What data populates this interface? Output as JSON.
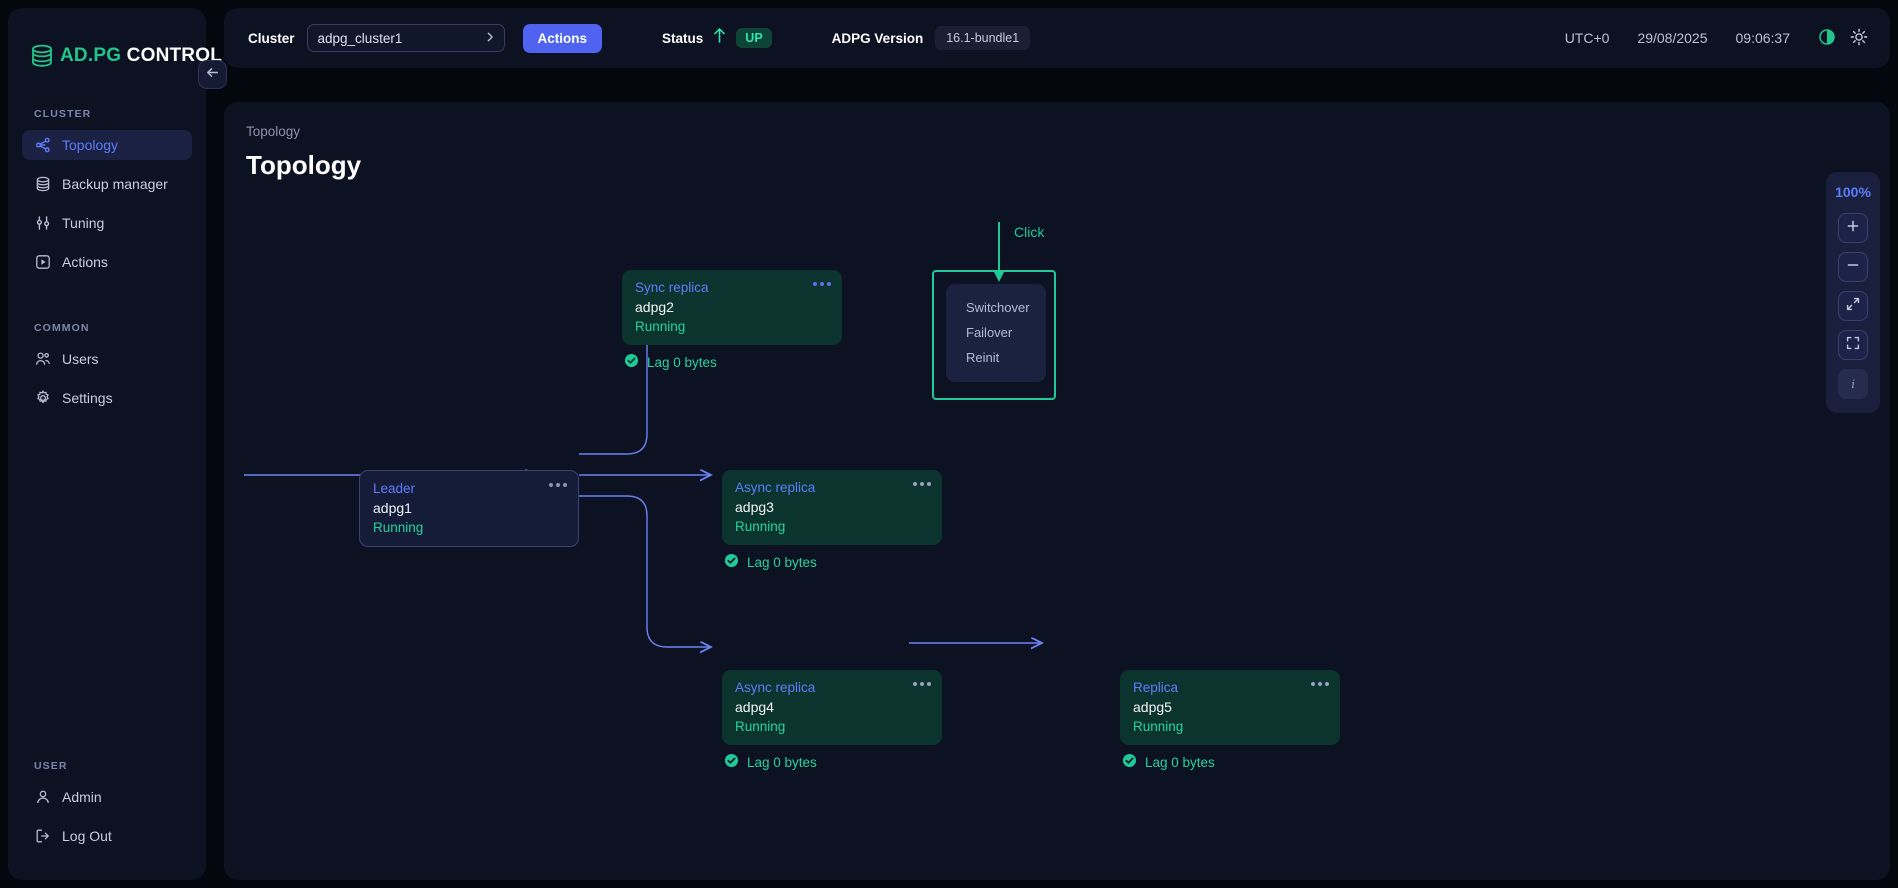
{
  "brand": {
    "part1": "AD.PG",
    "part2": " CONTROL",
    "logo_icon": "database-icon"
  },
  "sidebar": {
    "collapse_icon": "arrow-left-icon",
    "sections": [
      {
        "label": "CLUSTER",
        "items": [
          {
            "label": "Topology",
            "icon": "share-nodes-icon",
            "active": true
          },
          {
            "label": "Backup manager",
            "icon": "database-icon",
            "active": false
          },
          {
            "label": "Tuning",
            "icon": "sliders-icon",
            "active": false
          },
          {
            "label": "Actions",
            "icon": "play-square-icon",
            "active": false
          }
        ]
      },
      {
        "label": "COMMON",
        "items": [
          {
            "label": "Users",
            "icon": "users-icon",
            "active": false
          },
          {
            "label": "Settings",
            "icon": "gear-icon",
            "active": false
          }
        ]
      },
      {
        "label": "USER",
        "items": [
          {
            "label": "Admin",
            "icon": "user-icon",
            "active": false
          },
          {
            "label": "Log Out",
            "icon": "logout-icon",
            "active": false
          }
        ]
      }
    ]
  },
  "topbar": {
    "cluster_label": "Cluster",
    "cluster_value": "adpg_cluster1",
    "cluster_chevron_icon": "chevron-right-icon",
    "actions_label": "Actions",
    "status_label": "Status",
    "status_arrow_icon": "arrow-up-icon",
    "status_value": "UP",
    "version_label": "ADPG Version",
    "version_value": "16.1-bundle1",
    "timezone": "UTC+0",
    "date": "29/08/2025",
    "time": "09:06:37",
    "theme_icon": "half-moon-icon",
    "brightness_icon": "sun-icon"
  },
  "main": {
    "breadcrumb": "Topology",
    "title": "Topology",
    "annotation": {
      "text": "Click",
      "arrow_icon": "arrow-down-icon"
    }
  },
  "nodes": [
    {
      "id": "adpg1",
      "role": "Leader",
      "name": "adpg1",
      "state": "Running",
      "kind": "leader",
      "lag": null,
      "menu_icon": "ellipsis-icon"
    },
    {
      "id": "adpg2",
      "role": "Sync replica",
      "name": "adpg2",
      "state": "Running",
      "kind": "replica",
      "lag": "Lag 0 bytes",
      "lag_icon": "check-circle-icon",
      "menu_icon": "ellipsis-icon"
    },
    {
      "id": "adpg3",
      "role": "Async replica",
      "name": "adpg3",
      "state": "Running",
      "kind": "replica",
      "lag": "Lag 0 bytes",
      "lag_icon": "check-circle-icon",
      "menu_icon": "ellipsis-icon"
    },
    {
      "id": "adpg4",
      "role": "Async replica",
      "name": "adpg4",
      "state": "Running",
      "kind": "replica",
      "lag": "Lag 0 bytes",
      "lag_icon": "check-circle-icon",
      "menu_icon": "ellipsis-icon"
    },
    {
      "id": "adpg5",
      "role": "Replica",
      "name": "adpg5",
      "state": "Running",
      "kind": "replica",
      "lag": "Lag 0 bytes",
      "lag_icon": "check-circle-icon",
      "menu_icon": "ellipsis-icon"
    }
  ],
  "context_menu": {
    "items": [
      {
        "label": "Switchover"
      },
      {
        "label": "Failover"
      },
      {
        "label": "Reinit"
      }
    ]
  },
  "zoom_panel": {
    "level": "100%",
    "buttons": [
      {
        "name": "zoom-in",
        "icon": "plus-icon"
      },
      {
        "name": "zoom-out",
        "icon": "minus-icon"
      },
      {
        "name": "fit-view",
        "icon": "expand-arrows-icon"
      },
      {
        "name": "fullscreen",
        "icon": "frame-corners-icon"
      },
      {
        "name": "info",
        "icon": "info-icon",
        "glyph": "i"
      }
    ]
  },
  "colors": {
    "accent_blue": "#4f63f0",
    "accent_green": "#20c997",
    "status_green": "#2ee6a8",
    "panel_bg": "#0d1222",
    "page_bg": "#05070f",
    "replica_bg": "#0c342f",
    "leader_bg": "#151c38"
  }
}
